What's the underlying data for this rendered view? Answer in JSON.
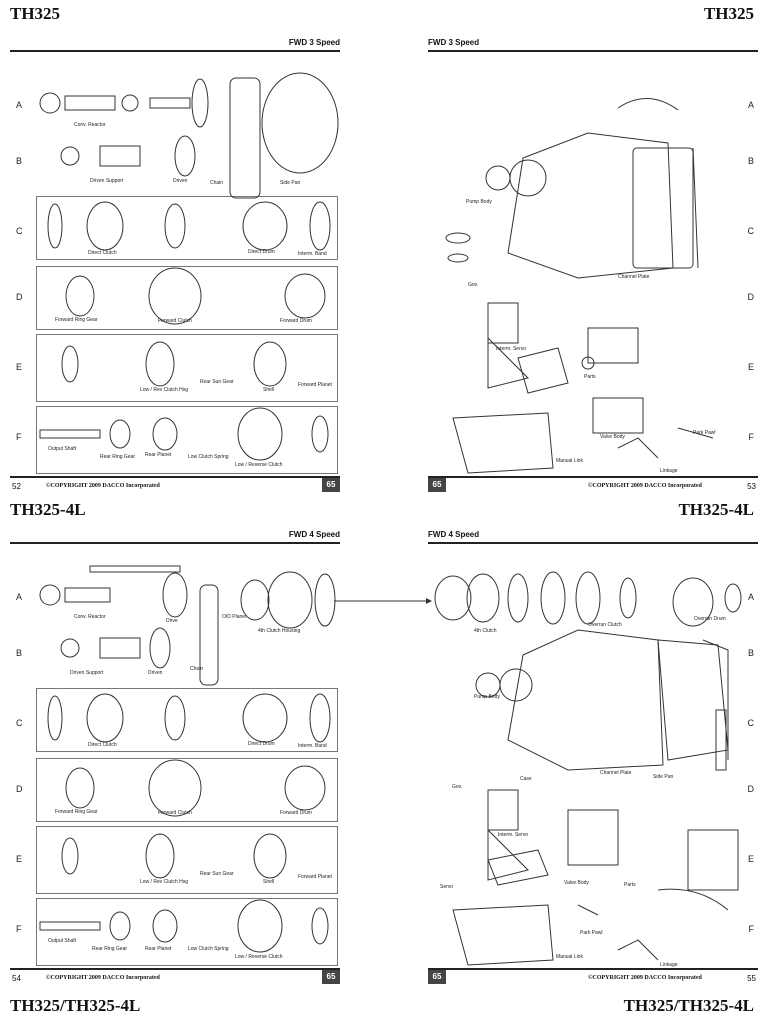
{
  "headers": {
    "top_left": "TH325",
    "top_right": "TH325",
    "mid_left": "TH325-4L",
    "mid_right": "TH325-4L",
    "bottom_left": "TH325/TH325-4L",
    "bottom_right": "TH325/TH325-4L"
  },
  "panels": [
    {
      "speed": "FWD 3 Speed",
      "page": "52",
      "copyright": "©COPYRIGHT 2009 DACCO Incorporated",
      "badge": "65",
      "rows": [
        "A",
        "B",
        "C",
        "D",
        "E",
        "F"
      ],
      "labels": [
        "Conv. Reactor",
        "Driven Support",
        "Driven",
        "Chain",
        "Side Pan",
        "Direct Clutch",
        "Direct Drum",
        "Interm. Band",
        "Forward Ring Gear",
        "Forward Clutch",
        "Forward Drum",
        "Low / Rev Clutch Hsg",
        "Rear Sun Gear",
        "Shell",
        "Forward Planet",
        "Output Shaft",
        "Rear Ring Gear",
        "Rear Planet",
        "Low Clutch Spring",
        "Low / Reverse Clutch"
      ]
    },
    {
      "speed": "FWD 3 Speed",
      "page": "53",
      "copyright": "©COPYRIGHT 2009 DACCO Incorporated",
      "badge": "65",
      "rows": [
        "A",
        "B",
        "C",
        "D",
        "E",
        "F"
      ],
      "labels": [
        "Pump Body",
        "Channel Plate",
        "Gov.",
        "Interm. Servo",
        "Parts",
        "Valve Body",
        "Park Pawl",
        "Manual Link",
        "Linkage"
      ]
    },
    {
      "speed": "FWD 4 Speed",
      "page": "54",
      "copyright": "©COPYRIGHT 2009 DACCO Incorporated",
      "badge": "65",
      "rows": [
        "A",
        "B",
        "C",
        "D",
        "E",
        "F"
      ],
      "labels": [
        "Conv. Reactor",
        "Drive",
        "O/D Planet",
        "4th Clutch Housing",
        "Driven Support",
        "Driven",
        "Chain",
        "Direct Clutch",
        "Direct Drum",
        "Interm. Band",
        "Forward Ring Gear",
        "Forward Clutch",
        "Forward Drum",
        "Low / Rev Clutch Hsg",
        "Rear Sun Gear",
        "Shell",
        "Forward Planet",
        "Output Shaft",
        "Rear Ring Gear",
        "Rear Planet",
        "Low Clutch Spring",
        "Low / Reverse Clutch"
      ]
    },
    {
      "speed": "FWD 4 Speed",
      "page": "55",
      "copyright": "©COPYRIGHT 2009 DACCO Incorporated",
      "badge": "65",
      "rows": [
        "A",
        "B",
        "C",
        "D",
        "E",
        "F"
      ],
      "labels": [
        "4th Clutch",
        "Overrun Clutch",
        "Overrun Drum",
        "Pump Body",
        "Case",
        "Channel Plate",
        "Side Pan",
        "Gov.",
        "Interm. Servo",
        "Valve Body",
        "Servo",
        "Parts",
        "Park Pawl",
        "Manual Link",
        "Linkage"
      ]
    }
  ],
  "colors": {
    "badge": "#444444",
    "rule": "#222222",
    "art": "#333333"
  }
}
